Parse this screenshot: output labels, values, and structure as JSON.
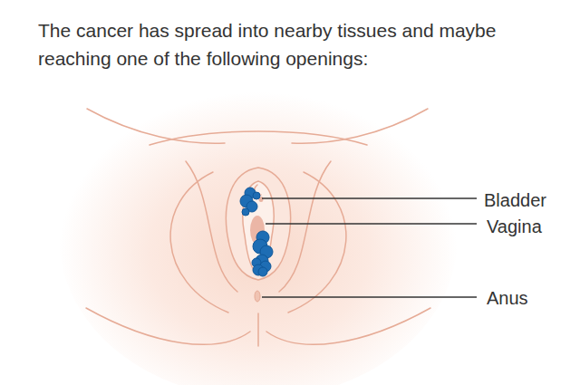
{
  "diagram": {
    "title": "The cancer has spread into nearby tissues and maybe reaching one of the following openings:",
    "labels": [
      "Bladder",
      "Vagina",
      "Anus"
    ]
  }
}
